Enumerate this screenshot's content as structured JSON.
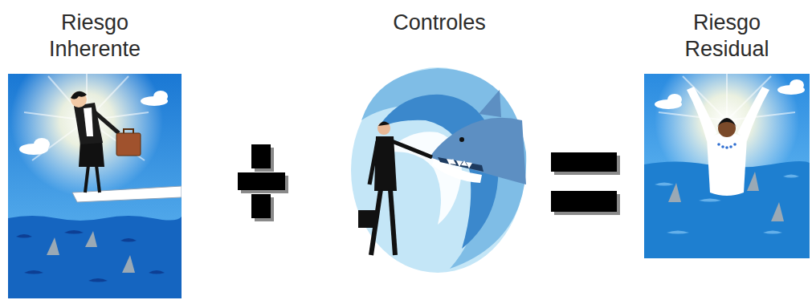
{
  "diagram": {
    "nodes": [
      {
        "text": [
          "Riesgo Inherente"
        ]
      },
      {
        "text": [
          "Controles"
        ]
      },
      {
        "text": [
          "Riesgo Residual"
        ]
      }
    ]
  }
}
